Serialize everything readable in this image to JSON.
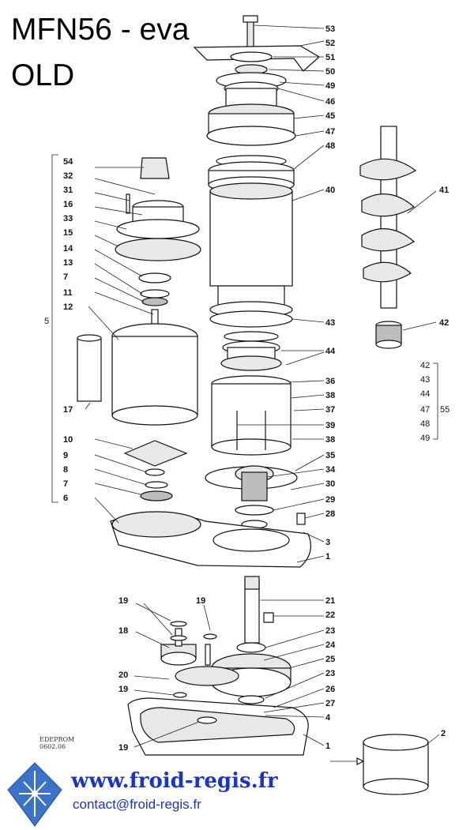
{
  "title": {
    "line1": "MFN56 - eva",
    "line2": "OLD"
  },
  "footer": {
    "site": "www.froid-regis.fr",
    "contact": "contact@froid-regis.fr"
  },
  "stamp": {
    "brand": "EDEPROM",
    "code": "0602.06"
  },
  "callouts": {
    "c53": "53",
    "c52": "52",
    "c51": "51",
    "c50": "50",
    "c49": "49",
    "c46": "46",
    "c45": "45",
    "c47": "47",
    "c48": "48",
    "c40": "40",
    "c41": "41",
    "c42": "42",
    "c43": "43",
    "c44": "44",
    "c36": "36",
    "c38a": "38",
    "c37": "37",
    "c39": "39",
    "c38b": "38",
    "c35": "35",
    "c34": "34",
    "c30": "30",
    "c29": "29",
    "c28": "28",
    "c3": "3",
    "c1a": "1",
    "c54": "54",
    "c32": "32",
    "c31": "31",
    "c16": "16",
    "c33": "33",
    "c15": "15",
    "c14": "14",
    "c13": "13",
    "c7a": "7",
    "c11": "11",
    "c12": "12",
    "c5": "5",
    "c17": "17",
    "c10": "10",
    "c9": "9",
    "c8": "8",
    "c7b": "7",
    "c6": "6",
    "c19a": "19",
    "c19b": "19",
    "c18": "18",
    "c20": "20",
    "c19c": "19",
    "c19d": "19",
    "c21": "21",
    "c22": "22",
    "c23a": "23",
    "c24": "24",
    "c25": "25",
    "c23b": "23",
    "c26": "26",
    "c27": "27",
    "c4": "4",
    "c1b": "1",
    "c2": "2"
  },
  "group_list": {
    "items": [
      "42",
      "43",
      "44",
      "47",
      "48",
      "49"
    ],
    "group": "55"
  },
  "colors": {
    "link_blue": "#1a35c6",
    "ink": "#111111"
  }
}
